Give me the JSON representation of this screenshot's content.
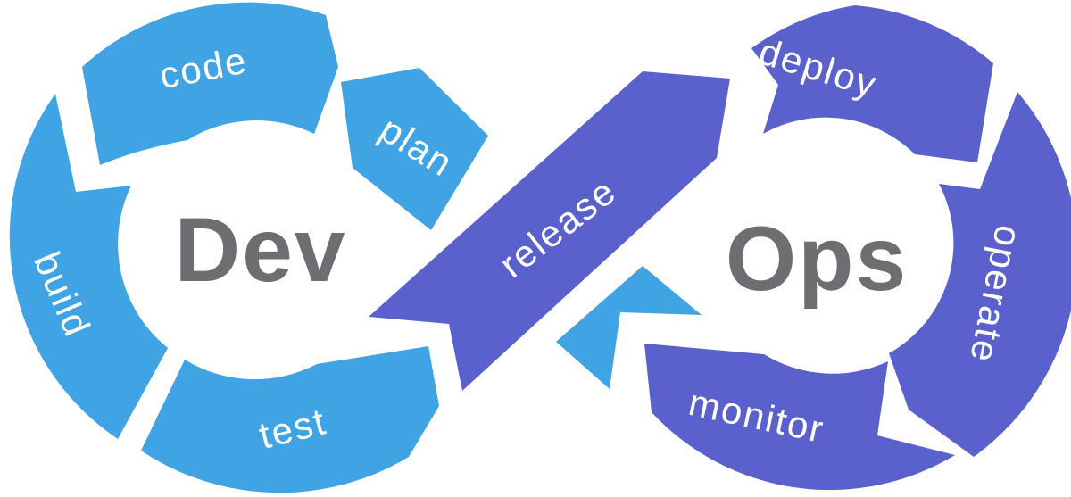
{
  "diagram": {
    "name": "DevOps infinity loop",
    "left_loop_title": "Dev",
    "right_loop_title": "Ops",
    "colors": {
      "dev_blue": "#3FA3E4",
      "ops_purple": "#5B61CC",
      "title_gray": "#6D6E71",
      "label_white": "#FFFFFF"
    },
    "segments": [
      {
        "id": "plan",
        "label": "plan",
        "loop": "dev"
      },
      {
        "id": "code",
        "label": "code",
        "loop": "dev"
      },
      {
        "id": "build",
        "label": "build",
        "loop": "dev"
      },
      {
        "id": "test",
        "label": "test",
        "loop": "dev"
      },
      {
        "id": "release",
        "label": "release",
        "loop": "ops"
      },
      {
        "id": "deploy",
        "label": "deploy",
        "loop": "ops"
      },
      {
        "id": "operate",
        "label": "operate",
        "loop": "ops"
      },
      {
        "id": "monitor",
        "label": "monitor",
        "loop": "ops"
      }
    ]
  }
}
